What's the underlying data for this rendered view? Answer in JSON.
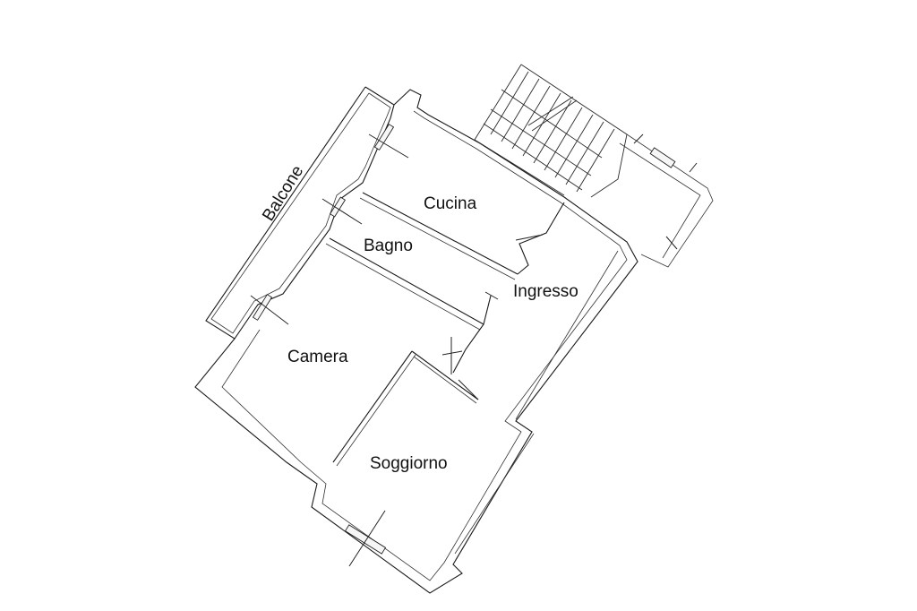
{
  "floor_plan": {
    "rooms": [
      {
        "id": "cucina",
        "label": "Cucina"
      },
      {
        "id": "bagno",
        "label": "Bagno"
      },
      {
        "id": "ingresso",
        "label": "Ingresso"
      },
      {
        "id": "camera",
        "label": "Camera"
      },
      {
        "id": "soggiorno",
        "label": "Soggiorno"
      },
      {
        "id": "balcone",
        "label": "Balcone"
      }
    ],
    "colors": {
      "background": "#ffffff",
      "lines": "#1a1a1a"
    }
  }
}
